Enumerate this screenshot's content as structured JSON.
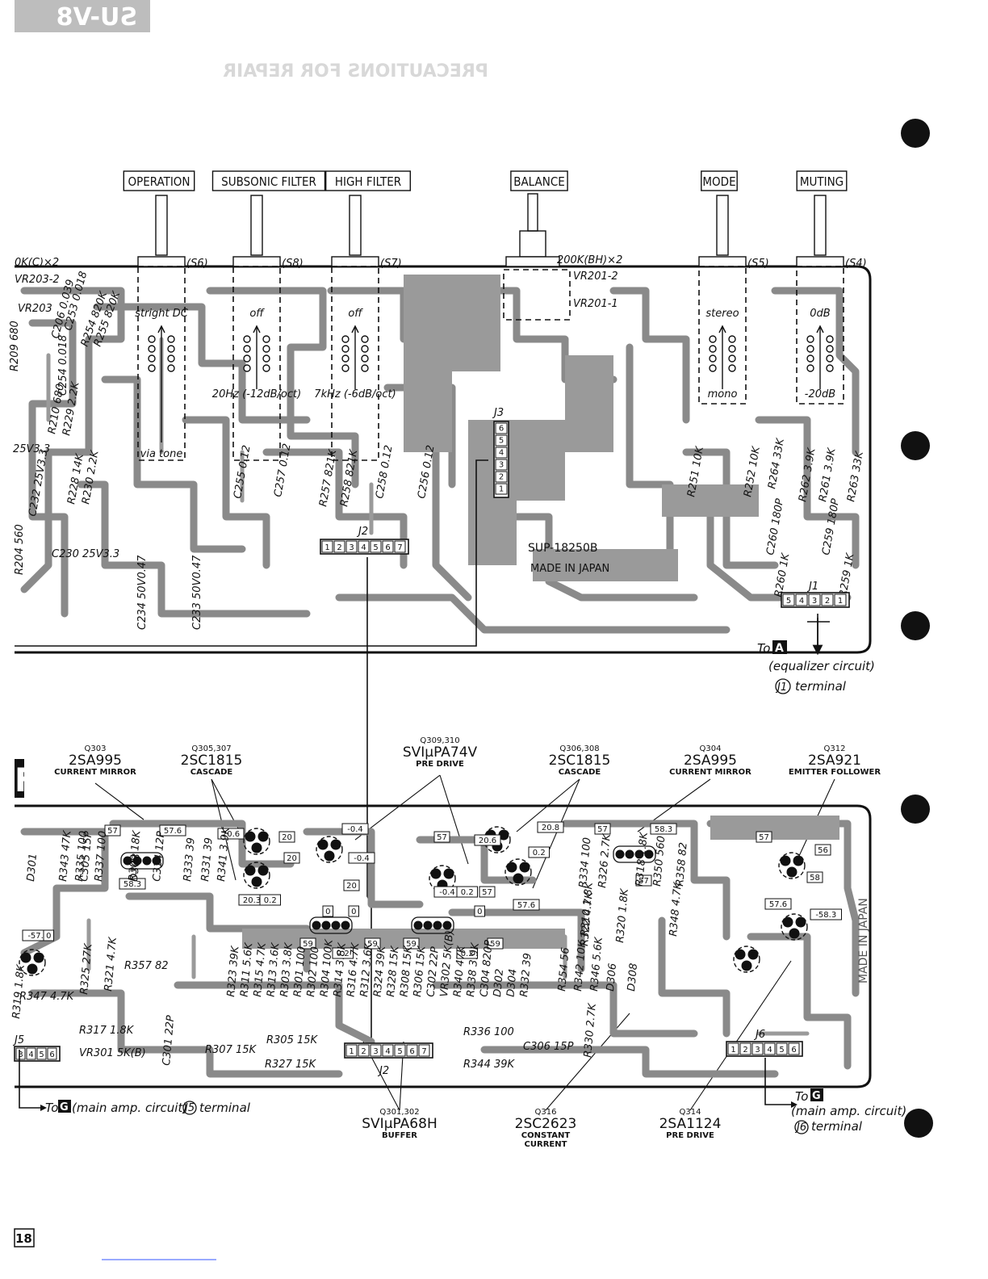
{
  "header": {
    "model_tab": "SU-V8",
    "ghost_heading": "PRECAUTIONS FOR REPAIR"
  },
  "upper_board": {
    "controls": [
      {
        "label": "OPERATION",
        "switch": "(S6)",
        "pos_top": "stright DC",
        "pos_bottom": "via tone"
      },
      {
        "label": "SUBSONIC FILTER",
        "switch": "(S8)",
        "pos_top": "off",
        "pos_bottom": "20Hz (-12dB/oct)"
      },
      {
        "label": "HIGH FILTER",
        "switch": "(S7)",
        "pos_top": "off",
        "pos_bottom": "7kHz (-6dB/oct)"
      },
      {
        "label": "BALANCE",
        "switch": "200K(BH)×2",
        "pos_top": "VR201-2",
        "pos_bottom": "VR201-1"
      },
      {
        "label": "MODE",
        "switch": "(S5)",
        "pos_top": "stereo",
        "pos_bottom": "mono"
      },
      {
        "label": "MUTING",
        "switch": "(S4)",
        "pos_top": "0dB",
        "pos_bottom": "-20dB"
      }
    ],
    "edge_parts": [
      "0K(C)×2",
      "VR203-2",
      "VR203",
      "R209 680",
      "C206 0.039",
      "C253 0.018",
      "C254 0.018",
      "R210 680",
      "R229 2.2K",
      "25V3.3",
      "C232 25V3.3",
      "R228 14K",
      "R230 2.2K",
      "C230 25V3.3",
      "R204 560",
      "C234 50V0.47",
      "C233 50V0.47",
      "R254 820K",
      "R255 820K"
    ],
    "center_parts": [
      "C255 0.12",
      "C257 0.12",
      "R257 821K",
      "R258 821K",
      "C258 0.12",
      "C256 0.12",
      "R251 10K",
      "R252 10K",
      "R264 33K",
      "R262 3.9K",
      "R261 3.9K",
      "R263 33K",
      "C260 180P",
      "R260 1K",
      "C259 180P",
      "R259 1K"
    ],
    "connectors": [
      {
        "name": "J2",
        "pins": [
          "1",
          "2",
          "3",
          "4",
          "5",
          "6",
          "7"
        ]
      },
      {
        "name": "J3",
        "pins": [
          "6",
          "5",
          "4",
          "3",
          "2",
          "1"
        ]
      },
      {
        "name": "J1",
        "pins": [
          "5",
          "4",
          "3",
          "2",
          "1"
        ]
      }
    ],
    "board_code": "SUP-18250B",
    "made_in": "MADE IN JAPAN",
    "output_ref": {
      "to": "To",
      "badge": "A",
      "circuit": "(equalizer circuit)",
      "terminal": "J1",
      "terminal_suffix": "terminal"
    }
  },
  "transistor_labels": [
    {
      "ref": "Q303",
      "part": "2SA995",
      "role": "CURRENT MIRROR"
    },
    {
      "ref": "Q305,307",
      "part": "2SC1815",
      "role": "CASCADE"
    },
    {
      "ref": "Q309,310",
      "part": "SVIμPA74V",
      "role": "PRE DRIVE"
    },
    {
      "ref": "Q306,308",
      "part": "2SC1815",
      "role": "CASCADE"
    },
    {
      "ref": "Q304",
      "part": "2SA995",
      "role": "CURRENT MIRROR"
    },
    {
      "ref": "Q312",
      "part": "2SA921",
      "role": "EMITTER FOLLOWER"
    },
    {
      "ref": "Q301,302",
      "part": "SVIμPA68H",
      "role": "BUFFER"
    },
    {
      "ref": "Q316",
      "part": "2SC2623",
      "role": "CONSTANT CURRENT"
    },
    {
      "ref": "Q314",
      "part": "2SA1124",
      "role": "PRE DRIVE"
    }
  ],
  "lower_board": {
    "section_badge": "F",
    "side_text": "MADE IN JAPAN",
    "voltages": [
      "57",
      "57.6",
      "58.3",
      "20.6",
      "20",
      "20",
      "20.3",
      "0.2",
      "-0.4",
      "-0.4",
      "20",
      "57",
      "20.6",
      "20.8",
      "0.2",
      "-0.4",
      "0.2",
      "57",
      "57.6",
      "57",
      "58.3",
      "57",
      "57",
      "56",
      "58",
      "57.6",
      "-58.3",
      "-57.4",
      "0",
      "0",
      "0",
      "0",
      "59",
      "0.2",
      "59",
      "59",
      "0.2",
      "59"
    ],
    "parts": [
      "R343 47K",
      "R335 100",
      "R337 100",
      "R333 39",
      "R331 39",
      "R341 3.9K",
      "D301",
      "D303",
      "C314 12P",
      "C305 15P",
      "R309 18K",
      "R321 4.7K",
      "R325 27K",
      "R357 82",
      "R347 4.7K",
      "R319 1.8K",
      "R317 1.8K",
      "VR301 5K(B)",
      "C301 22P",
      "R307 15K",
      "R305 15K",
      "R327 15K",
      "R323 39K",
      "R311 5.6K",
      "R315 4.7K",
      "R313 3.6K",
      "R303 3.8K",
      "R301 100",
      "R302 100",
      "R304 100K",
      "R314 3.8K",
      "R316 4.7K",
      "R312 3.6K",
      "R324 39K",
      "R328 15K",
      "R308 15K",
      "R306 15K",
      "C302 22P",
      "VR302 5K(B)",
      "R340 47K",
      "R338 3.9K",
      "C304 820P",
      "D302",
      "D304",
      "R332 39",
      "R336 100",
      "R344 39K",
      "C306 15P",
      "R330 2.7K",
      "R334 100",
      "R326 2.7K",
      "R310 1.8K",
      "R322 4.7K",
      "R320 1.8K",
      "R318 1.8K",
      "R350 560",
      "R358 82",
      "R348 4.7K",
      "R354 56",
      "R342 10K",
      "R346 5.6K",
      "D306",
      "D308"
    ],
    "connectors": [
      {
        "name": "J2",
        "pins": [
          "1",
          "2",
          "3",
          "4",
          "5",
          "6",
          "7"
        ]
      },
      {
        "name": "J6",
        "pins": [
          "1",
          "2",
          "3",
          "4",
          "5",
          "6"
        ]
      },
      {
        "name": "J5",
        "pins": [
          "3",
          "4",
          "5",
          "6"
        ]
      }
    ],
    "output_ref_left": {
      "to": "To",
      "badge": "G",
      "circuit": "(main amp. circuit)",
      "terminal": "J5",
      "terminal_suffix": "terminal"
    },
    "output_ref_right": {
      "to": "To",
      "badge": "G",
      "circuit": "(main amp. circuit)",
      "terminal": "J6",
      "terminal_suffix": "terminal"
    }
  },
  "footer": {
    "page_number": "18"
  }
}
